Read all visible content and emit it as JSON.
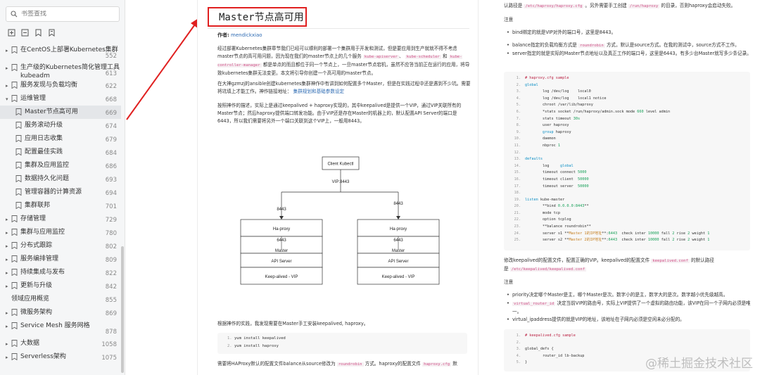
{
  "search": {
    "placeholder": "书签查找"
  },
  "toc": [
    {
      "label": "在CentOS上部署Kubernetes集群",
      "page": "552",
      "level": 0
    },
    {
      "label": "生产级的Kubernetes简化管理工具kubeadm",
      "page": "613",
      "level": 0
    },
    {
      "label": "服务发现与负载均衡",
      "page": "622",
      "level": 0
    },
    {
      "label": "运维管理",
      "page": "668",
      "level": 0,
      "expanded": true
    },
    {
      "label": "Master节点高可用",
      "page": "669",
      "level": 1,
      "active": true
    },
    {
      "label": "服务滚动升级",
      "page": "674",
      "level": 1
    },
    {
      "label": "应用日志收集",
      "page": "679",
      "level": 1
    },
    {
      "label": "配置最佳实践",
      "page": "684",
      "level": 1
    },
    {
      "label": "集群及应用监控",
      "page": "686",
      "level": 1
    },
    {
      "label": "数据持久化问题",
      "page": "693",
      "level": 1
    },
    {
      "label": "管理容器的计算资源",
      "page": "694",
      "level": 1
    },
    {
      "label": "集群联邦",
      "page": "701",
      "level": 1
    },
    {
      "label": "存储管理",
      "page": "729",
      "level": 0
    },
    {
      "label": "集群与应用监控",
      "page": "780",
      "level": 0
    },
    {
      "label": "分布式跟踪",
      "page": "802",
      "level": 0
    },
    {
      "label": "服务编排管理",
      "page": "809",
      "level": 0
    },
    {
      "label": "持续集成与发布",
      "page": "822",
      "level": 0
    },
    {
      "label": "更新与升级",
      "page": "842",
      "level": 0
    },
    {
      "label": "领域应用概览",
      "page": "855",
      "level": 0,
      "noarrow": true
    },
    {
      "label": "微服务架构",
      "page": "869",
      "level": 0
    },
    {
      "label": "Service Mesh 服务网格",
      "page": "878",
      "level": 0
    },
    {
      "label": "大数据",
      "page": "1058",
      "level": 0
    },
    {
      "label": "Serverless架构",
      "page": "1075",
      "level": 0
    }
  ],
  "doc": {
    "title": "Master节点高可用",
    "author_label": "作者:",
    "author": "mendickxiao",
    "p1": "经过部署Kubernetes集群章节我们已经可以顺利的部署一个集群用于开发和测试，但是要应用到生产就就不得不考虑master节点的高可用问题，因为现在我们的master节点上的几个服务",
    "p1_code1": "kube-apiserver",
    "p1_code2": "kube-scheduler",
    "p1_and": "和",
    "p1_code3": "kube-controller-manager",
    "p1_rest": "都是单点的而且都位于同一个节点上，一旦master节点宕机，虽然不应答当前正在运行的应用，将导致kubernetes集群无法变更。本文将引导你创建一个高可用的master节点。",
    "p2": "在大神gzmzj的ansible创建kubernetes集群神作中有讲到如何配置多个Master，但是在实践过程中还是遇到不少坑。需要将坑填上才能工作。神作链接地址：",
    "p2_link": "集群规划和基础参数设定",
    "p3": "按照神作的描述，实际上是通过keepalived + haproxy实现的，其中keepalived是提供一个VIP，通过VIP关联所有的Master节点；然后haproxy提供端口转发功能。由于VIP还是存在Master的机器上的，默认配置API Server的端口是6443，所以我们需要将另外一个端口关联到这个VIP上，一般用8443。",
    "p4": "根据神作的实践，我发现需要在Master手工安装keepalived, haproxy。",
    "code1": "yum install keepalived",
    "code2": "yum install haproxy",
    "p5": "需要将HAProxy默认的配置文件balance从source修改为",
    "p5_code": "roundrobin",
    "p5_rest": "方式。haproxy的配置文件",
    "p5_code2": "haproxy.cfg",
    "p5_end": "默"
  },
  "diagram": {
    "client": "Client Kubectl",
    "vip": "VIP:8443",
    "port_top": "8443",
    "haproxy": "Ha-proxy",
    "port_mid": "6443",
    "master": "Master",
    "api": "API Server",
    "keep": "Keep-alived - VIP"
  },
  "right": {
    "r1": "认路径是",
    "r1_code": "/etc/haproxy/haproxy.cfg",
    "r1_b": "。另外需要手工创建",
    "r1_code2": "/run/haproxy",
    "r1_c": "的目录，否则haproxy会启动失败。",
    "note1": "注意",
    "b1": "bind绑定的就是VIP对外的端口号，这里是8443。",
    "b2a": "balance指定的负载均衡方式是",
    "b2_code": "roundrobin",
    "b2b": "方式，默认是source方式。在我的测试中，source方式不工作。",
    "b3": "server指定的就是实际的Master节点地址以及真正工作的端口号，这里是6443。有多少台Master就写多少条记录。",
    "mid1": "修改keepalived的配置文件，配置正确的VIP。keepalived的配置文件",
    "mid1_code": "keepalived.conf",
    "mid1_b": "的默认路径",
    "mid2": "是",
    "mid2_code": "/etc/keepalived/keepalived.conf",
    "note2": "注意",
    "c1": "priority决定哪个Master是主，哪个Master是次。数字小的是主，数字大的是次。数字越小优先级越高。",
    "c2_code": "virtual_router_id",
    "c2": "决定当前VIP的路由号，实际上VIP提供了一个虚拟的路由功能，该VIP在同一个子网内必须是唯一。",
    "c3": "virtual_ipaddress提供的就是VIP的地址，该地址在子网内必须是空闲未必分配的。",
    "watermark": "@稀土掘金技术社区"
  }
}
